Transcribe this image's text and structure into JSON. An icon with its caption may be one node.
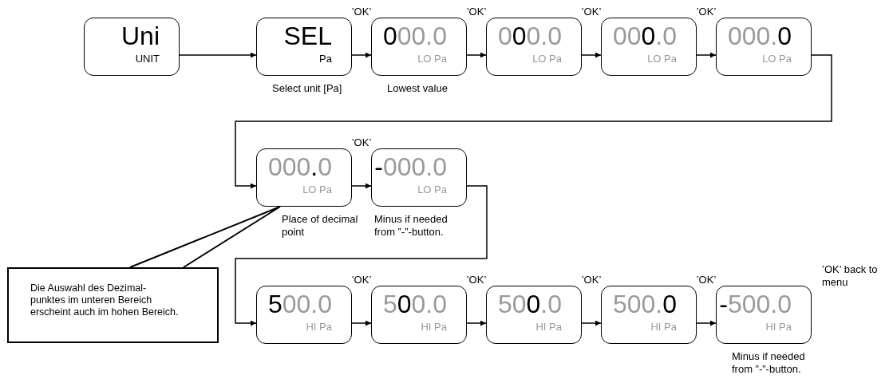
{
  "diagram": {
    "nodes": [
      {
        "text": [
          "Uni",
          "UNIT"
        ]
      },
      {
        "text": [
          "SEL",
          "Pa"
        ],
        "beside": [
          "Select unit [Pa]"
        ]
      },
      {
        "text": [
          "**0**00.0",
          "LO Pa"
        ],
        "beside": [
          "Lowest value"
        ]
      },
      {
        "text": [
          "0**0**0.0",
          "LO Pa"
        ]
      },
      {
        "text": [
          "00**0**.0",
          "LO Pa"
        ]
      },
      {
        "text": [
          "000.**0**",
          "LO Pa"
        ]
      },
      {
        "text": [
          "000**.**0",
          "LO Pa"
        ],
        "beside": [
          "Place of decimal point"
        ]
      },
      {
        "text": [
          "**-**000.0",
          "LO Pa"
        ],
        "beside": [
          "Minus if needed from ”-”-button."
        ]
      },
      {
        "text": [
          "**5**00.0",
          "HI Pa"
        ]
      },
      {
        "text": [
          "5**0**0.0",
          "HI Pa"
        ]
      },
      {
        "text": [
          "50**0**.0",
          "HI Pa"
        ]
      },
      {
        "text": [
          "500.**0**",
          "HI Pa"
        ]
      },
      {
        "text": [
          "**-**500.0",
          "HI Pa"
        ],
        "beside": [
          "Minus if needed from ”-”-button."
        ]
      },
      {
        "text": [
          "Die Auswahl des Dezimal- punktes im unteren Bereich erscheint auch im hohen Bereich."
        ]
      }
    ],
    "edges": [
      {
        "from": 0,
        "to": 1,
        "arrow": "to"
      },
      {
        "from": 1,
        "to": 2,
        "arrow": "to",
        "label": "’OK’"
      },
      {
        "from": 2,
        "to": 3,
        "arrow": "to",
        "label": "’OK’"
      },
      {
        "from": 3,
        "to": 4,
        "arrow": "to",
        "label": "’OK’"
      },
      {
        "from": 4,
        "to": 5,
        "arrow": "to",
        "label": "’OK’"
      },
      {
        "from": 5,
        "to": 6,
        "arrow": "to"
      },
      {
        "from": 6,
        "to": 7,
        "arrow": "to",
        "label": "’OK’"
      },
      {
        "from": 7,
        "to": 8,
        "arrow": "to"
      },
      {
        "from": 8,
        "to": 9,
        "arrow": "to",
        "label": "’OK’"
      },
      {
        "from": 9,
        "to": 10,
        "arrow": "to",
        "label": "’OK’"
      },
      {
        "from": 10,
        "to": 11,
        "arrow": "to",
        "label": "’OK’"
      },
      {
        "from": 11,
        "to": 12,
        "arrow": "to",
        "label": "’OK’"
      },
      {
        "from": 13,
        "to": 6,
        "arrow": "none"
      }
    ],
    "labels": [
      "’OK’ back to menu"
    ]
  }
}
